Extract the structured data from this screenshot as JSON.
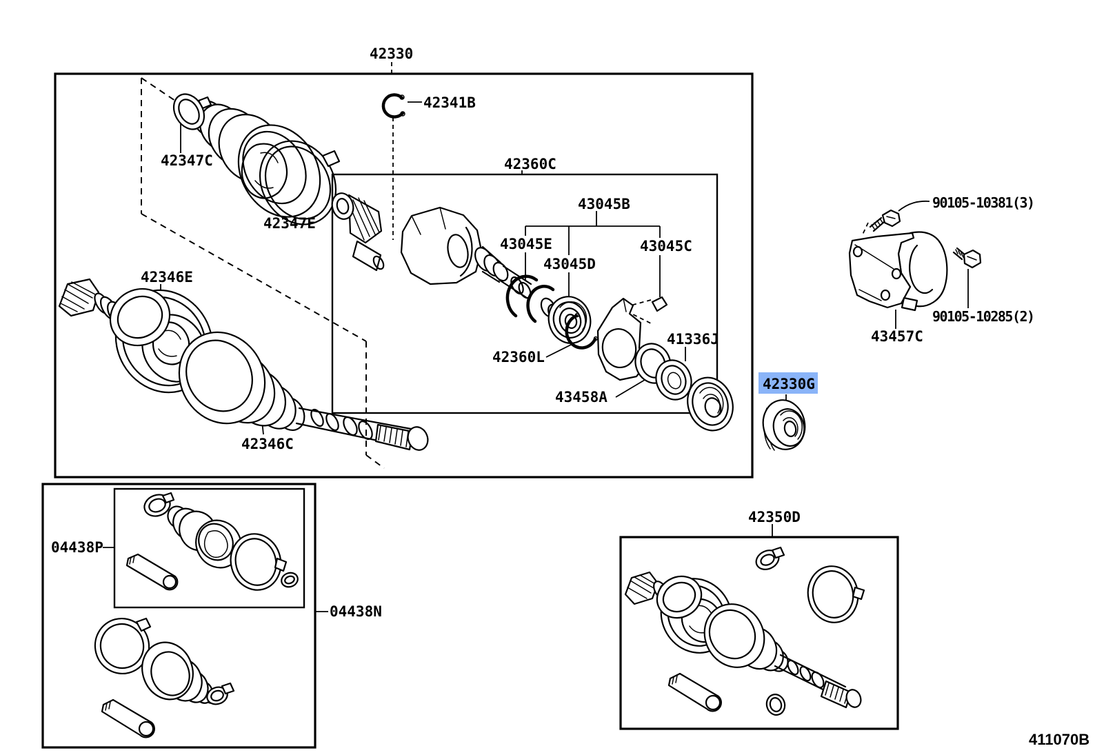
{
  "footer": {
    "figure_code": "411070B"
  },
  "selection": {
    "highlighted_part": "42330G"
  },
  "colors": {
    "highlight_bg": "#8ab4f8",
    "highlight_text": "#17356e",
    "line": "#000000",
    "background": "#ffffff"
  },
  "labels": [
    {
      "id": "42330",
      "text": "42330"
    },
    {
      "id": "42341B",
      "text": "42341B"
    },
    {
      "id": "42347C",
      "text": "42347C"
    },
    {
      "id": "42347E",
      "text": "42347E"
    },
    {
      "id": "42360C",
      "text": "42360C"
    },
    {
      "id": "43045B",
      "text": "43045B"
    },
    {
      "id": "43045E",
      "text": "43045E"
    },
    {
      "id": "43045D",
      "text": "43045D"
    },
    {
      "id": "43045C",
      "text": "43045C"
    },
    {
      "id": "42346E",
      "text": "42346E"
    },
    {
      "id": "42360L",
      "text": "42360L"
    },
    {
      "id": "41336J",
      "text": "41336J"
    },
    {
      "id": "43458A",
      "text": "43458A"
    },
    {
      "id": "90105-10381",
      "text": "90105-10381(3)"
    },
    {
      "id": "90105-10285",
      "text": "90105-10285(2)"
    },
    {
      "id": "43457C",
      "text": "43457C"
    },
    {
      "id": "42330G",
      "text": "42330G"
    },
    {
      "id": "42350D",
      "text": "42350D"
    },
    {
      "id": "04438P",
      "text": "04438P"
    },
    {
      "id": "04438N",
      "text": "04438N"
    },
    {
      "id": "42346C",
      "text": "42346C"
    }
  ]
}
